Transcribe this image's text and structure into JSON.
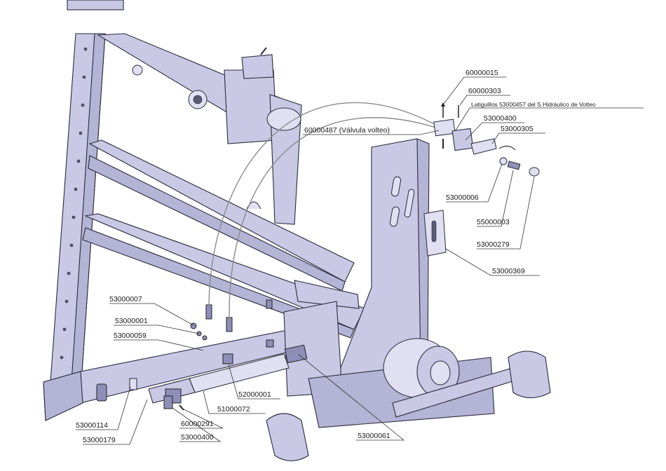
{
  "callouts": [
    {
      "id": "c1",
      "text": "60000015"
    },
    {
      "id": "c2",
      "text": "60000303"
    },
    {
      "id": "c3",
      "text": "Latiguillos 53000457 del S.Hidráulico de Volteo"
    },
    {
      "id": "c4",
      "text": "53000400"
    },
    {
      "id": "c5",
      "text": "53000305"
    },
    {
      "id": "c6",
      "text": "60000487 (Válvula volteo)"
    },
    {
      "id": "c7",
      "text": "53000006"
    },
    {
      "id": "c8",
      "text": "55000003"
    },
    {
      "id": "c9",
      "text": "53000279"
    },
    {
      "id": "c10",
      "text": "53000369"
    },
    {
      "id": "c11",
      "text": "53000007"
    },
    {
      "id": "c12",
      "text": "53000001"
    },
    {
      "id": "c13",
      "text": "53000059"
    },
    {
      "id": "c14",
      "text": "52000001"
    },
    {
      "id": "c15",
      "text": "51000072"
    },
    {
      "id": "c16",
      "text": "53000114"
    },
    {
      "id": "c17",
      "text": "53000179"
    },
    {
      "id": "c18",
      "text": "60000291"
    },
    {
      "id": "c19",
      "text": "53000400"
    },
    {
      "id": "c20",
      "text": "53000061"
    }
  ],
  "colors": {
    "steel": "#c9c9e6",
    "steel_shadow": "#b4b4d6",
    "outline": "#2a2a3a",
    "hose": "#8c8c8c",
    "text": "#1a1a1a"
  }
}
